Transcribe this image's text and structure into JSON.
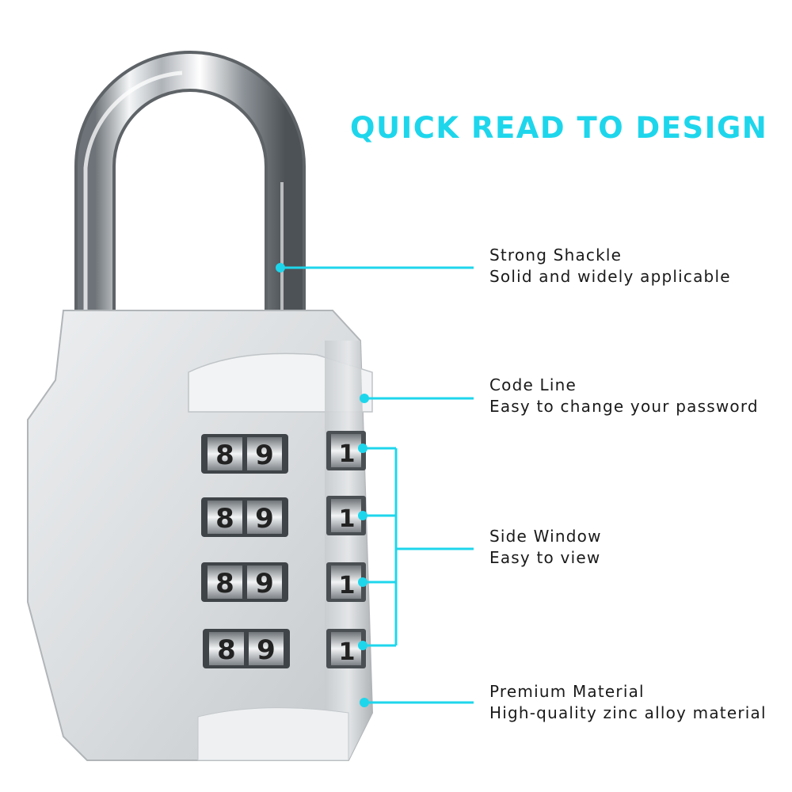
{
  "headline": "QUICK READ TO DESIGN",
  "colors": {
    "accent": "#1ed6ec",
    "body_silver": "#d9dcde",
    "shackle_chrome": "#b9bec3",
    "text": "#1a1a1a"
  },
  "features": [
    {
      "title": "Strong Shackle",
      "desc": "Solid and widely applicable"
    },
    {
      "title": "Code Line",
      "desc": "Easy to change your password"
    },
    {
      "title": "Side Window",
      "desc": "Easy to view"
    },
    {
      "title": "Premium Material",
      "desc": "High-quality zinc alloy material"
    }
  ],
  "lock": {
    "front_digits": [
      [
        "8",
        "9"
      ],
      [
        "8",
        "9"
      ],
      [
        "8",
        "9"
      ],
      [
        "8",
        "9"
      ]
    ],
    "side_digits": [
      "1",
      "1",
      "1",
      "1"
    ]
  }
}
